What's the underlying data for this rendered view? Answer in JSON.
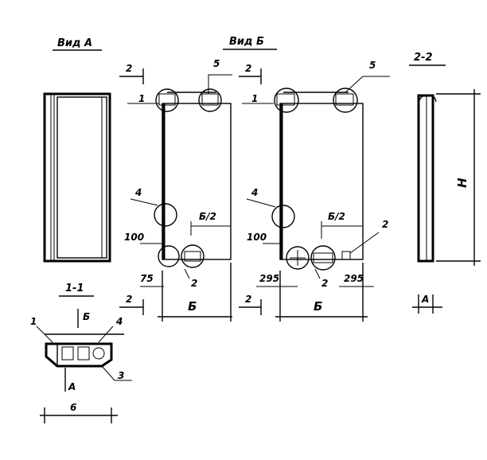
{
  "views": {
    "view_a": "Вид А",
    "view_b": "Вид Б",
    "section_22": "2-2",
    "section_11": "1-1"
  },
  "markers": {
    "cut2": "2",
    "cut1_b": "Б",
    "cut1_a": "А"
  },
  "callouts": {
    "n1": "1",
    "n2": "2",
    "n3": "3",
    "n4": "4",
    "n5": "5"
  },
  "dimensions": {
    "b": "Б",
    "b_half": "Б/2",
    "a": "А",
    "h": "Н",
    "d75": "75",
    "d295": "295",
    "d100": "100",
    "d6": "6"
  }
}
